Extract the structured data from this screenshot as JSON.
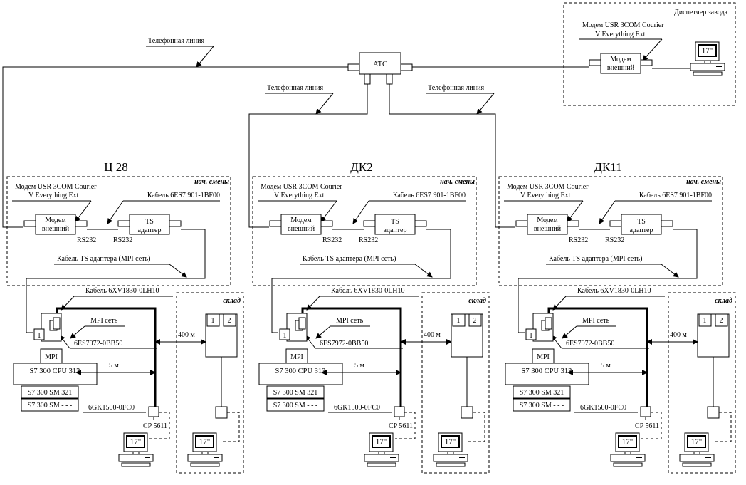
{
  "common": {
    "ats": "АТС",
    "phone_line": "Телефонная линия",
    "dispatcher": "Диспетчер завода",
    "modem_name_1": "Модем USR 3COM Courier",
    "modem_name_2": "V Everything Ext",
    "modem_1": "Модем",
    "modem_2": "внешний",
    "monitor": "17\""
  },
  "station": {
    "chief_zone": "нач. смены",
    "warehouse_zone": "склад",
    "cable_pc": "Кабель 6ES7 901-1BF00",
    "rs232": "RS232",
    "ts_1": "TS",
    "ts_2": "адаптер",
    "ts_cable": "Кабель TS адаптера (MPI сеть)",
    "profibus_cable": "Кабель 6XV1830-0LH10",
    "mpi_net": "MPI сеть",
    "connector": "6ES7972-0BB50",
    "port_1": "1",
    "port_2": "2",
    "mpi": "MPI",
    "cpu": "S7 300 CPU 313",
    "sm321": "S7 300 SM 321",
    "sm": "S7 300 SM - - -",
    "dist_5": "5 м",
    "dist_400": "400 м",
    "cp_cable": "6GK1500-0FC0",
    "cp": "CP 5611"
  },
  "stations": [
    {
      "title": "Ц 28"
    },
    {
      "title": "ДК2"
    },
    {
      "title": "ДК11"
    }
  ]
}
